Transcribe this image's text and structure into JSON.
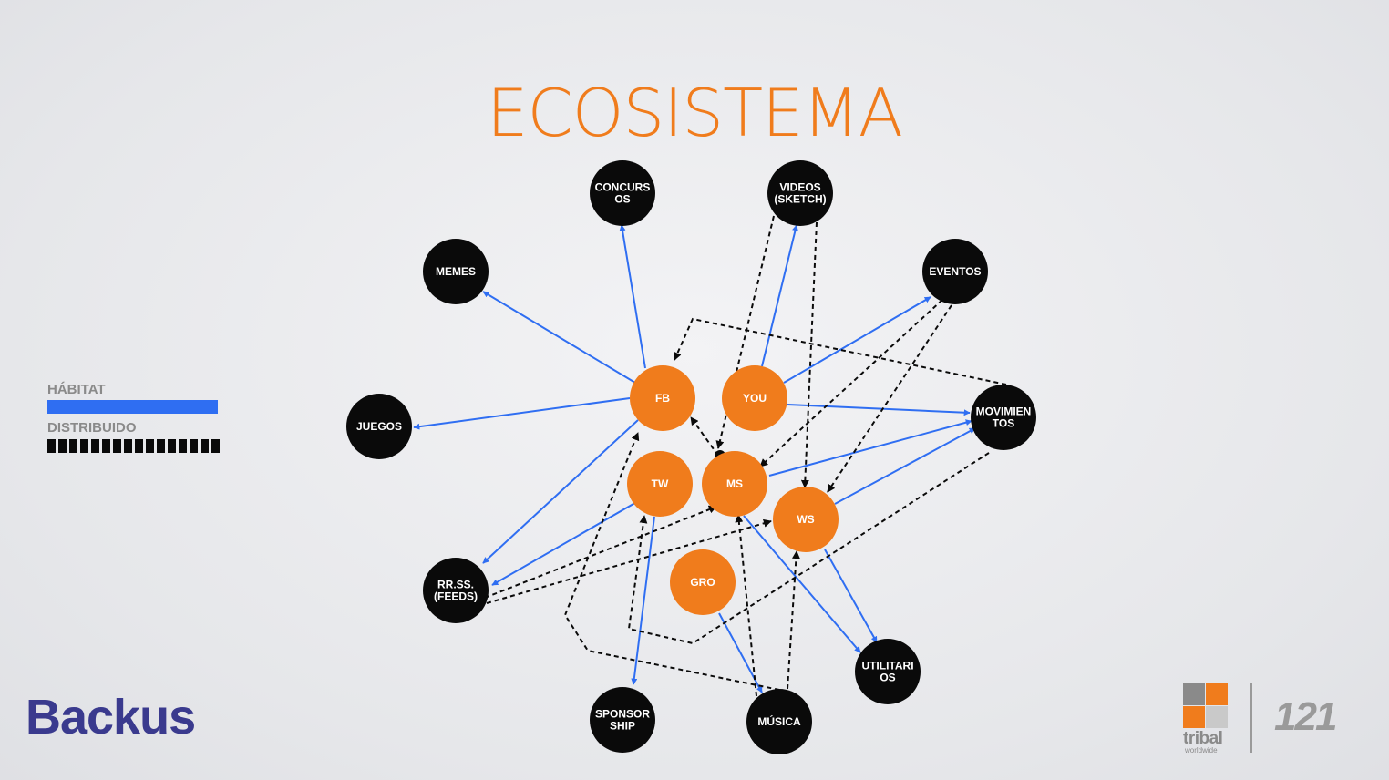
{
  "title": "ECOSISTEMA",
  "legend": {
    "habitat": "HÁBITAT",
    "distribuido": "DISTRIBUIDO"
  },
  "colors": {
    "orange": "#f07c1c",
    "black": "#0a0a0a",
    "blue": "#2f6ef2",
    "title": "#f07c1c",
    "backus": "#3a3a8e"
  },
  "nodes": [
    {
      "id": "concursos",
      "label": [
        "CONCURS",
        "OS"
      ],
      "type": "black"
    },
    {
      "id": "videos",
      "label": [
        "VIDEOS",
        "(SKETCH)"
      ],
      "type": "black"
    },
    {
      "id": "memes",
      "label": [
        "MEMES"
      ],
      "type": "black"
    },
    {
      "id": "eventos",
      "label": [
        "EVENTOS"
      ],
      "type": "black"
    },
    {
      "id": "juegos",
      "label": [
        "JUEGOS"
      ],
      "type": "black"
    },
    {
      "id": "movimientos",
      "label": [
        "MOVIMIEN",
        "TOS"
      ],
      "type": "black"
    },
    {
      "id": "rrss",
      "label": [
        "RR.SS.",
        "(FEEDS)"
      ],
      "type": "black"
    },
    {
      "id": "utilitarios",
      "label": [
        "UTILITARI",
        "OS"
      ],
      "type": "black"
    },
    {
      "id": "sponsorship",
      "label": [
        "SPONSOR",
        "SHIP"
      ],
      "type": "black"
    },
    {
      "id": "musica",
      "label": [
        "MÚSICA"
      ],
      "type": "black"
    },
    {
      "id": "fb",
      "label": [
        "FB"
      ],
      "type": "orange"
    },
    {
      "id": "you",
      "label": [
        "YOU"
      ],
      "type": "orange"
    },
    {
      "id": "tw",
      "label": [
        "TW"
      ],
      "type": "orange"
    },
    {
      "id": "ms",
      "label": [
        "MS"
      ],
      "type": "orange"
    },
    {
      "id": "ws",
      "label": [
        "WS"
      ],
      "type": "orange"
    },
    {
      "id": "gro",
      "label": [
        "GRO"
      ],
      "type": "orange"
    }
  ],
  "logos": {
    "backus": "Backus",
    "tribal": "tribal",
    "tribal_sub": "worldwide",
    "agency": "121"
  }
}
